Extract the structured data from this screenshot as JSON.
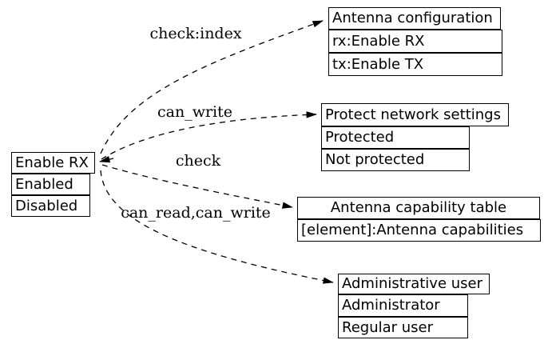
{
  "diagram": {
    "background_color": "#ffffff",
    "line_color": "#000000",
    "text_color": "#000000",
    "nodes": [
      {
        "id": "enable-rx",
        "header": "Enable RX",
        "rows": [
          "Enabled",
          "Disabled"
        ]
      },
      {
        "id": "antenna-configuration",
        "header": "Antenna configuration",
        "rows": [
          "rx:Enable RX",
          "tx:Enable TX"
        ]
      },
      {
        "id": "protect-network-settings",
        "header": "Protect network settings",
        "rows": [
          "Protected",
          "Not protected"
        ]
      },
      {
        "id": "antenna-capability-table",
        "header": "Antenna capability table",
        "rows": [
          "[element]:Antenna capabilities"
        ]
      },
      {
        "id": "administrative-user",
        "header": "Administrative user",
        "rows": [
          "Administrator",
          "Regular user"
        ]
      }
    ],
    "edges": [
      {
        "from": "Enable RX",
        "to": "Antenna configuration",
        "label": "check:index",
        "style": "dashed"
      },
      {
        "from": "Enable RX",
        "to": "Protect network settings",
        "label": "can_write",
        "style": "dashed"
      },
      {
        "from": "Enable RX",
        "to": "Antenna capability table",
        "label": "check",
        "style": "dashed"
      },
      {
        "from": "Enable RX",
        "to": "Administrative user",
        "label": "can_read,can_write",
        "style": "dashed"
      }
    ]
  }
}
